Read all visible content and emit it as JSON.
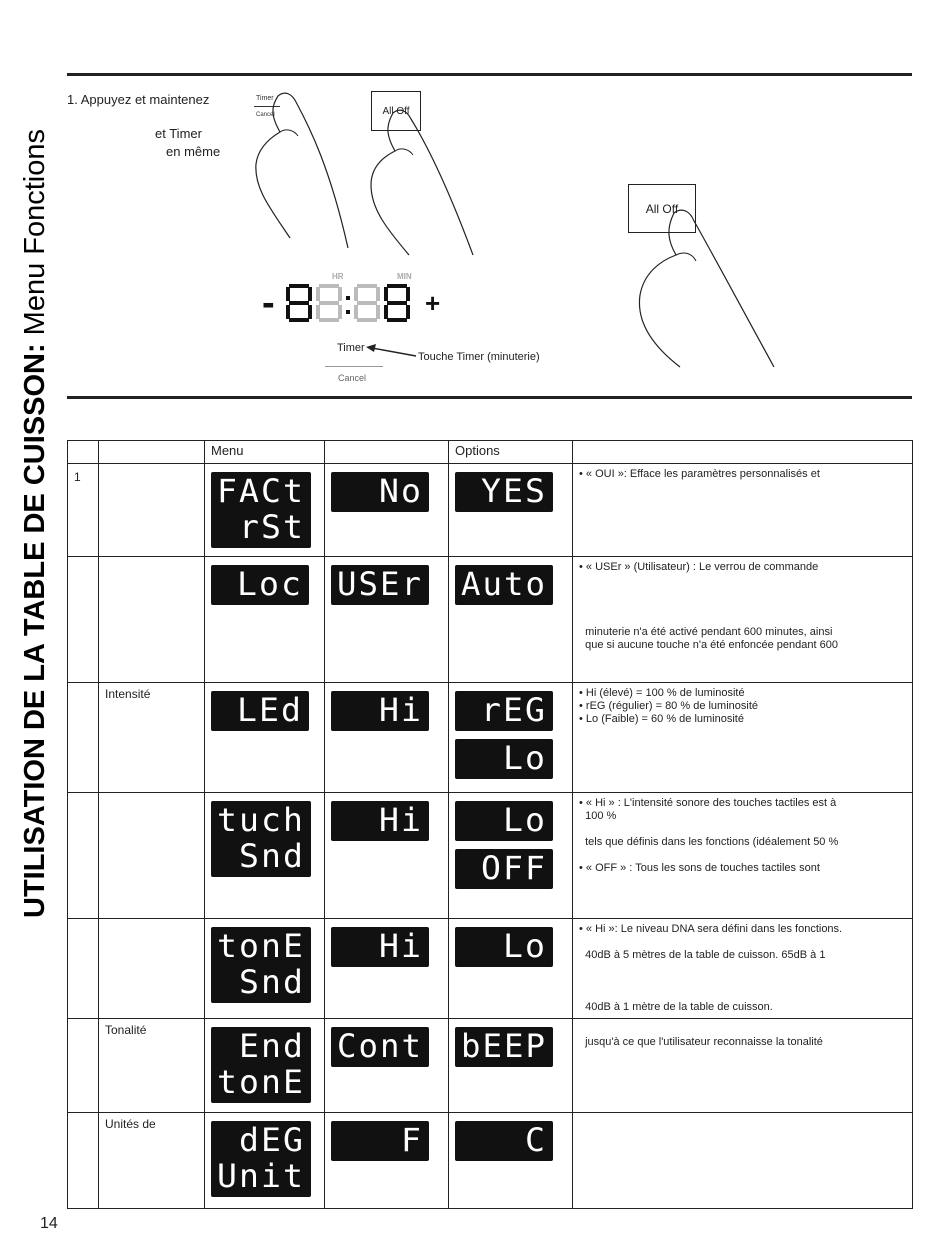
{
  "side_title": {
    "bold": "UTILISATION DE LA TABLE DE CUISSON:",
    "regular": " Menu Fonctions"
  },
  "instructions": {
    "step1": "1.  Appuyez et maintenez",
    "et_timer": "et Timer",
    "en_meme": "en même",
    "btn_timer": "Timer",
    "btn_cancel": "Cancel",
    "btn_all_off_1": "All Off",
    "btn_all_off_2": "All Off",
    "display_hr": "HR",
    "display_min": "MIN",
    "display_minus": "-",
    "display_plus": "+",
    "timer_key": "Timer",
    "cancel_key": "Cancel",
    "timer_caption": "Touche Timer (minuterie)"
  },
  "table": {
    "headers": [
      "",
      "",
      "Menu",
      "",
      "Options",
      ""
    ],
    "rows": [
      {
        "num": "1",
        "name": "",
        "menu_lcd": [
          "FACt",
          "rSt"
        ],
        "opt1_lcd": [
          "No"
        ],
        "opt2_lcd": [
          "YES"
        ],
        "opt3_lcd": [],
        "desc": [
          "• « OUI »: Efface les paramètres personnalisés et"
        ]
      },
      {
        "num": "",
        "name": "",
        "menu_lcd": [
          "Loc"
        ],
        "opt1_lcd": [
          "USEr"
        ],
        "opt2_lcd": [
          "Auto"
        ],
        "opt3_lcd": [],
        "desc": [
          "• « USEr » (Utilisateur) : Le verrou de commande",
          "",
          "",
          "",
          "",
          "  minuterie n'a été activé pendant 600 minutes, ainsi",
          "  que si aucune touche n'a été enfoncée pendant 600"
        ]
      },
      {
        "num": "",
        "name": "Intensité",
        "menu_lcd": [
          "LEd"
        ],
        "opt1_lcd": [
          "Hi"
        ],
        "opt2_lcd": [
          "rEG"
        ],
        "opt3_lcd": [
          "Lo"
        ],
        "desc": [
          "• Hi (élevé) = 100 % de luminosité",
          "• rEG (régulier) = 80 % de luminosité",
          "• Lo (Faible) = 60 % de luminosité"
        ]
      },
      {
        "num": "",
        "name": "",
        "menu_lcd": [
          "tuch",
          "Snd"
        ],
        "opt1_lcd": [
          "Hi"
        ],
        "opt2_lcd": [
          "Lo"
        ],
        "opt3_lcd": [
          "OFF"
        ],
        "desc": [
          "• « Hi » : L'intensité sonore des touches tactiles est à",
          "  100 %",
          "",
          "  tels que définis dans les fonctions (idéalement 50 %",
          "",
          "• « OFF » : Tous les sons de touches tactiles sont"
        ]
      },
      {
        "num": "",
        "name": "",
        "menu_lcd": [
          "tonE",
          "Snd"
        ],
        "opt1_lcd": [
          "Hi"
        ],
        "opt2_lcd": [
          "Lo"
        ],
        "opt3_lcd": [],
        "desc": [
          "• « Hi »: Le niveau DNA sera défini dans les fonctions.",
          "",
          "  40dB à 5 mètres de la table de cuisson. 65dB à 1",
          "",
          "",
          "",
          "  40dB à 1 mètre de la table de cuisson."
        ]
      },
      {
        "num": "",
        "name": "Tonalité",
        "menu_lcd": [
          "End",
          "tonE"
        ],
        "opt1_lcd": [
          "Cont"
        ],
        "opt2_lcd": [
          "bEEP"
        ],
        "opt3_lcd": [],
        "desc": [
          "",
          "  jusqu'à ce que l'utilisateur reconnaisse la tonalité"
        ]
      },
      {
        "num": "",
        "name": "Unités de",
        "menu_lcd": [
          "dEG",
          "Unit"
        ],
        "opt1_lcd": [
          "F"
        ],
        "opt2_lcd": [
          "C"
        ],
        "opt3_lcd": [],
        "desc": []
      }
    ]
  },
  "page_number": "14"
}
